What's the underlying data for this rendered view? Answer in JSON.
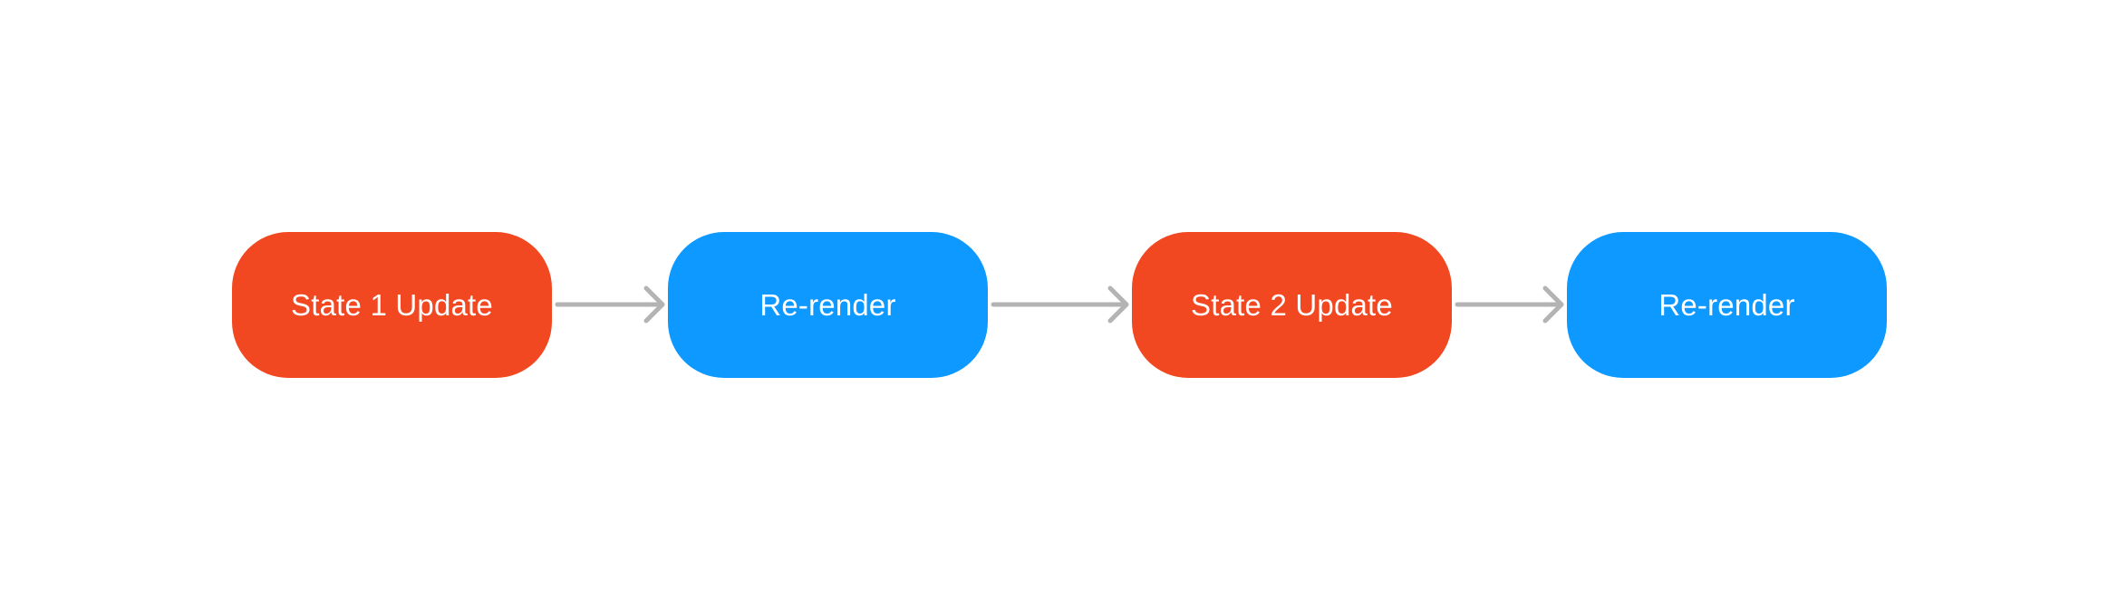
{
  "diagram": {
    "nodes": [
      {
        "label": "State 1 Update",
        "color": "#F24822"
      },
      {
        "label": "Re-render",
        "color": "#0D99FF"
      },
      {
        "label": "State 2 Update",
        "color": "#F24822"
      },
      {
        "label": "Re-render",
        "color": "#0D99FF"
      }
    ],
    "arrow_color": "#B3B3B3",
    "edges": [
      {
        "from": "State 1 Update",
        "to": "Re-render"
      },
      {
        "from": "Re-render",
        "to": "State 2 Update"
      },
      {
        "from": "State 2 Update",
        "to": "Re-render"
      }
    ]
  }
}
